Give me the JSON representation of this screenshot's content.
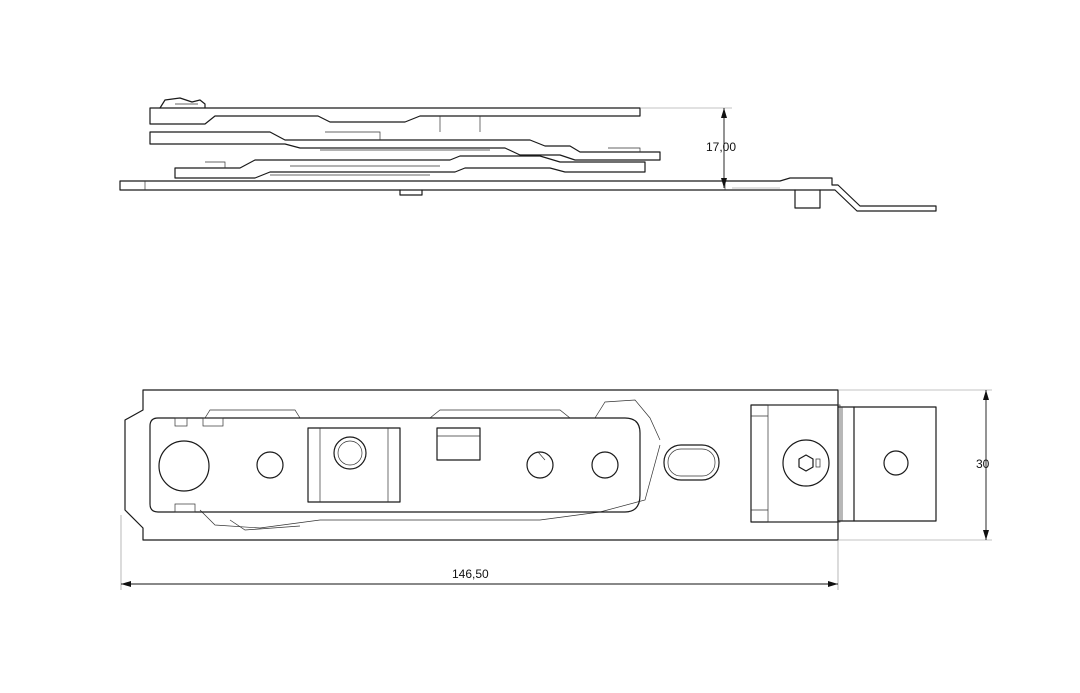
{
  "dimensions": {
    "height_side": "17,00",
    "width_front": "30",
    "length": "146,50"
  }
}
